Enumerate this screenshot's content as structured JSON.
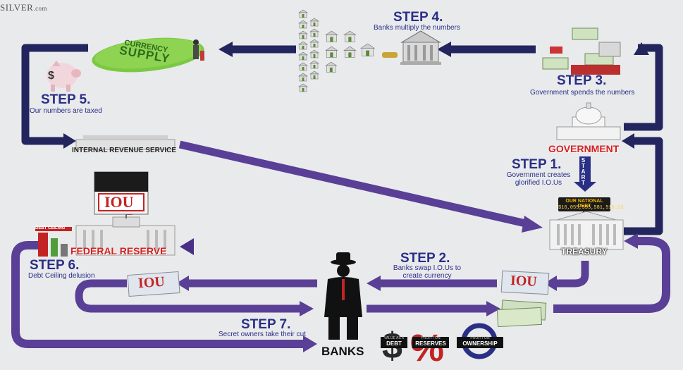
{
  "brand": {
    "name": "SILVER",
    "suffix": ".com"
  },
  "steps": [
    {
      "id": "step1",
      "title": "STEP 1.",
      "subtitle": "Government creates glorified I.O.Us"
    },
    {
      "id": "step2",
      "title": "STEP 2.",
      "subtitle": "Banks swap I.O.Us to create currency"
    },
    {
      "id": "step3",
      "title": "STEP 3.",
      "subtitle": "Government spends the numbers"
    },
    {
      "id": "step4",
      "title": "STEP 4.",
      "subtitle": "Banks multiply the numbers"
    },
    {
      "id": "step5",
      "title": "STEP 5.",
      "subtitle": "Our numbers are taxed"
    },
    {
      "id": "step6",
      "title": "STEP 6.",
      "subtitle": "Debt Ceiling delusion"
    },
    {
      "id": "step7",
      "title": "STEP 7.",
      "subtitle": "Secret owners take their cut"
    }
  ],
  "entities": {
    "government": "GOVERNMENT",
    "treasury": "TREASURY",
    "federal_reserve": "FEDERAL RESERVE",
    "irs": "INTERNAL REVENUE SERVICE",
    "banks": "BANKS",
    "currency_supply_1": "CURRENCY",
    "currency_supply_2": "SUPPLY",
    "debt_ceiling": "DEBT CEILING"
  },
  "start_label": "START",
  "national_debt": {
    "title": "OUR NATIONAL DEBT",
    "value": "$16,055,555,581,518.53"
  },
  "iou_text": "IOU",
  "symbols": [
    {
      "small": "VALUE AS A",
      "label": "DEBT"
    },
    {
      "small": "PROFIT ON",
      "label": "RESERVES"
    },
    {
      "small": "PROFIT ON",
      "label": "OWNERSHIP"
    }
  ],
  "colors": {
    "navy": "#23255e",
    "purple": "#5a3f96",
    "red": "#d42121",
    "step_text": "#2a2f86",
    "background": "#e9eaec"
  }
}
